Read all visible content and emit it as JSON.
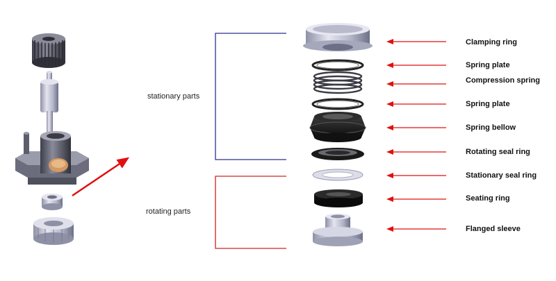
{
  "groups": {
    "stationary": "stationary parts",
    "rotating": "rotating parts"
  },
  "parts": [
    {
      "label": "Clamping ring"
    },
    {
      "label": "Spring plate"
    },
    {
      "label": "Compression spring"
    },
    {
      "label": "Spring plate"
    },
    {
      "label": "Spring bellow"
    },
    {
      "label": "Rotating seal ring"
    },
    {
      "label": "Stationary seal ring"
    },
    {
      "label": "Seating ring"
    },
    {
      "label": "Flanged sleeve"
    }
  ],
  "colors": {
    "stationary_bracket": "#2e2e8f",
    "rotating_bracket": "#d42020",
    "arrows": "#e01010",
    "metal_light": "#c9cbdc",
    "metal_dark": "#6d6f86",
    "rubber": "#1a1a1a"
  }
}
